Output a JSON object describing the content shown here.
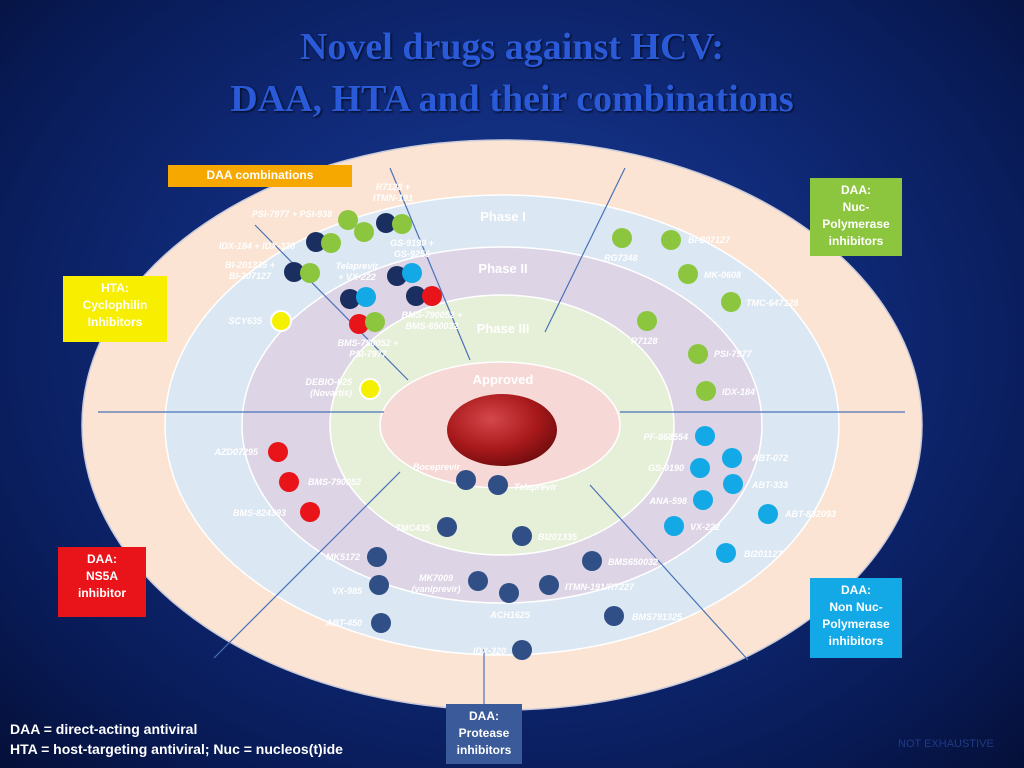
{
  "title": {
    "line1": "Novel drugs against HCV:",
    "line2": "DAA, HTA and their combinations"
  },
  "rings": {
    "phase1": "Phase I",
    "phase2": "Phase II",
    "phase3": "Phase III",
    "approved": "Approved"
  },
  "boxes": {
    "daa_combinations": "DAA combinations",
    "hta_cyclophilin": "HTA:\nCyclophilin\nInhibitors",
    "daa_nuc": "DAA:\nNuc-\nPolymerase\ninhibitors",
    "daa_ns5a": "DAA:\nNS5A\ninhibitor",
    "daa_nonnuc": "DAA:\nNon Nuc-\nPolymerase\ninhibitors",
    "daa_protease": "DAA:\nProtease\ninhibitors"
  },
  "legend": {
    "line1": "DAA = direct-acting antiviral",
    "line2": "HTA = host-targeting antiviral; Nuc = nucleos(t)ide"
  },
  "note": "NOT EXHAUSTIVE",
  "colors": {
    "nuc_polymerase": "#8cc63f",
    "non_nuc_polymerase": "#12a9e6",
    "protease": "#2f4f86",
    "ns5a": "#e8141a",
    "cyclophilin": "#f5f000",
    "combination_navy": "#1a2f60",
    "outer_ring": "#fbe4d3",
    "phase1_ring": "#dbe7f2",
    "phase2_ring": "#ddd4e6",
    "phase3_ring": "#e6efd8",
    "approved_ring": "#f6d8d6",
    "center": "#a8191b"
  },
  "drugs": {
    "nuc": [
      {
        "label": "BI-207127"
      },
      {
        "label": "RG7348"
      },
      {
        "label": "MK-0608"
      },
      {
        "label": "TMC-647128"
      },
      {
        "label": "R7128"
      },
      {
        "label": "PSI-7977"
      },
      {
        "label": "IDX-184"
      }
    ],
    "non_nuc": [
      {
        "label": "PF-868554"
      },
      {
        "label": "GS-9190"
      },
      {
        "label": "ABT-072"
      },
      {
        "label": "ABT-333"
      },
      {
        "label": "ANA-598"
      },
      {
        "label": "ABT-832093"
      },
      {
        "label": "VX-222"
      },
      {
        "label": "BI201127"
      }
    ],
    "protease": [
      {
        "label": "Boceprevir"
      },
      {
        "label": "Telaprevir"
      },
      {
        "label": "TMC435"
      },
      {
        "label": "BI201335"
      },
      {
        "label": "MK5172"
      },
      {
        "label": "BMS650032"
      },
      {
        "label": "VX-985"
      },
      {
        "label": "MK7009\n(vaniprevir)"
      },
      {
        "label": "ACH1625"
      },
      {
        "label": "ITMN-191/R7227"
      },
      {
        "label": "ABT-450"
      },
      {
        "label": "BMS791325"
      },
      {
        "label": "IDX-320"
      }
    ],
    "ns5a": [
      {
        "label": "AZD07295"
      },
      {
        "label": "BMS-790052"
      },
      {
        "label": "BMS-824393"
      }
    ],
    "cyclophilin": [
      {
        "label": "SCY635"
      },
      {
        "label": "DEBIO-025\n(Novartis)"
      }
    ],
    "combinations": [
      {
        "label": "R7128 +\nITMN-191"
      },
      {
        "label": "PSI-7977 + PSI-938"
      },
      {
        "label": "IDX-184 + IDX-320"
      },
      {
        "label": "GS-9190 +\nGS-9256"
      },
      {
        "label": "BI-201335 +\nBI-207127"
      },
      {
        "label": "Telaprevir\n+ VX-222"
      },
      {
        "label": "BMS-790052 +\nBMS-650032"
      },
      {
        "label": "BMS-790052 +\nPSI-7977"
      }
    ]
  }
}
